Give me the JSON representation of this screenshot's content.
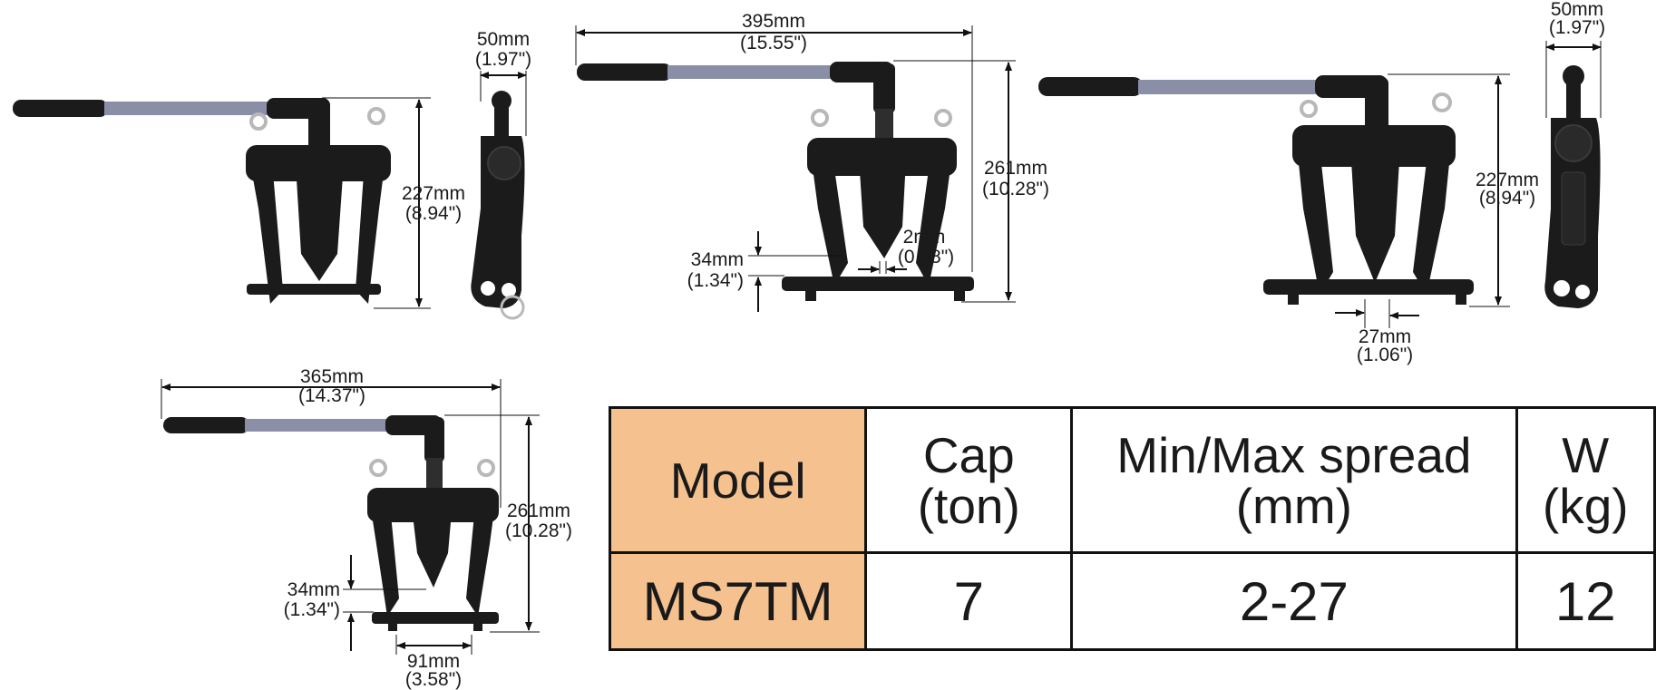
{
  "dimensions": {
    "v1_height": "227mm",
    "v1_height_in": "(8.94\")",
    "v1_width": "50mm",
    "v1_width_in": "(1.97\")",
    "v2_length": "395mm",
    "v2_length_in": "(15.55\")",
    "v2_height": "261mm",
    "v2_height_in": "(10.28\")",
    "v2_min_spread": "2mm",
    "v2_min_spread_in": "(0.08\")",
    "v2_gap": "34mm",
    "v2_gap_in": "(1.34\")",
    "v3_width": "50mm",
    "v3_width_in": "(1.97\")",
    "v3_height": "227mm",
    "v3_height_in": "(8.94\")",
    "v3_max_spread": "27mm",
    "v3_max_spread_in": "(1.06\")",
    "v4_length": "365mm",
    "v4_length_in": "(14.37\")",
    "v4_height": "261mm",
    "v4_height_in": "(10.28\")",
    "v4_gap": "34mm",
    "v4_gap_in": "(1.34\")",
    "v4_bar": "91mm",
    "v4_bar_in": "(3.58\")"
  },
  "spec_table": {
    "headers": {
      "model": "Model",
      "cap_line1": "Cap",
      "cap_line2": "(ton)",
      "spread_line1": "Min/Max spread",
      "spread_line2": "(mm)",
      "weight_line1": "W",
      "weight_line2": "(kg)"
    },
    "row": {
      "model": "MS7TM",
      "cap": "7",
      "spread": "2-27",
      "weight": "12"
    }
  },
  "colors": {
    "tool_body": "#1b1b1b",
    "handle_tube": "#8a8ea6",
    "model_cell": "#f5c18f",
    "ring": "#b8b8b8"
  }
}
